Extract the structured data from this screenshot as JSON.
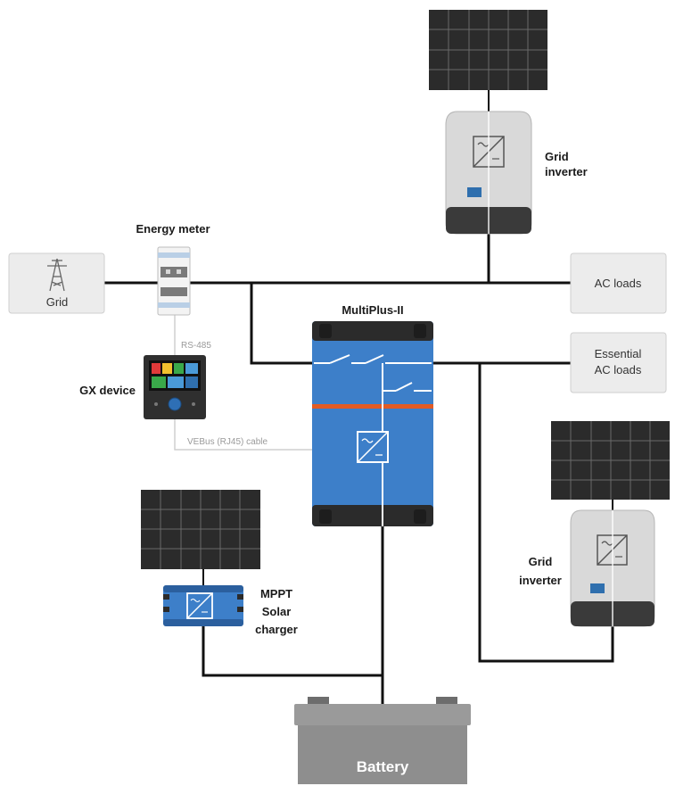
{
  "labels": {
    "grid_box": "Grid",
    "energy_meter": "Energy meter",
    "multiplus": "MultiPlus-II",
    "ac_loads": "AC loads",
    "essential_line1": "Essential",
    "essential_line2": "AC loads",
    "rs485": "RS-485",
    "gx_device": "GX device",
    "vebus_cable": "VEBus (RJ45) cable",
    "grid_inverter_top_line1": "Grid",
    "grid_inverter_top_line2": "inverter",
    "grid_inverter_right_line1": "Grid",
    "grid_inverter_right_line2": "inverter",
    "mppt_line1": "MPPT",
    "mppt_line2": "Solar",
    "mppt_line3": "charger",
    "battery": "Battery"
  },
  "colors": {
    "wire": "#111111",
    "panel_dark": "#2b2b2b",
    "panel_grid": "#6a6a6a",
    "inverter_body": "#d8d8d8",
    "inverter_dark": "#3a3a3a",
    "victron_blue": "#3d7fc9",
    "victron_dark": "#2b2b2b",
    "victron_orange": "#e25b24",
    "box_fill": "#ececec",
    "box_stroke": "#cfcfcf",
    "battery_body": "#8e8e8e"
  },
  "icons": [
    "grid-pylon-icon",
    "solar-panel-icon",
    "inverter-symbol-icon",
    "transfer-switch-icon"
  ]
}
